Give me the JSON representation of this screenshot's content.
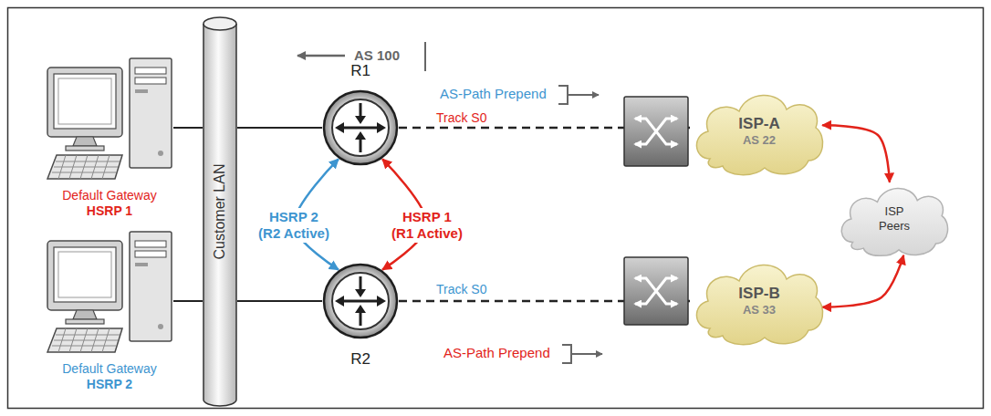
{
  "diagram": {
    "nodes": [
      {
        "text": [
          "Default Gateway",
          "HSRP 1"
        ]
      },
      {
        "text": [
          "Default Gateway",
          "HSRP 2"
        ]
      },
      {
        "text": [
          "Customer LAN"
        ]
      },
      {
        "text": [
          "R1"
        ]
      },
      {
        "text": [
          "R2"
        ]
      },
      {
        "text": [
          "ISP-A",
          "AS 22"
        ]
      },
      {
        "text": [
          "ISP-B",
          "AS 33"
        ]
      },
      {
        "text": [
          "ISP Peers"
        ]
      }
    ],
    "edges": [
      {
        "from": 0,
        "to": 2,
        "arrow": "none"
      },
      {
        "from": 1,
        "to": 2,
        "arrow": "none"
      },
      {
        "from": 2,
        "to": 3,
        "arrow": "none"
      },
      {
        "from": 2,
        "to": 4,
        "arrow": "none"
      },
      {
        "from": 3,
        "to": 4,
        "label": "HSRP 2 (R2 Active)",
        "arrow": "both"
      },
      {
        "from": 3,
        "to": 4,
        "label": "HSRP 1 (R1 Active)",
        "arrow": "both"
      },
      {
        "from": 3,
        "to": 5,
        "arrow": "none"
      },
      {
        "from": 4,
        "to": 6,
        "arrow": "none"
      },
      {
        "from": 5,
        "to": 7,
        "arrow": "both"
      },
      {
        "from": 6,
        "to": 7,
        "arrow": "both"
      }
    ],
    "labels": [
      "AS 100",
      "AS-Path Prepend",
      "Track S0",
      "Track S0",
      "AS-Path Prepend"
    ]
  }
}
